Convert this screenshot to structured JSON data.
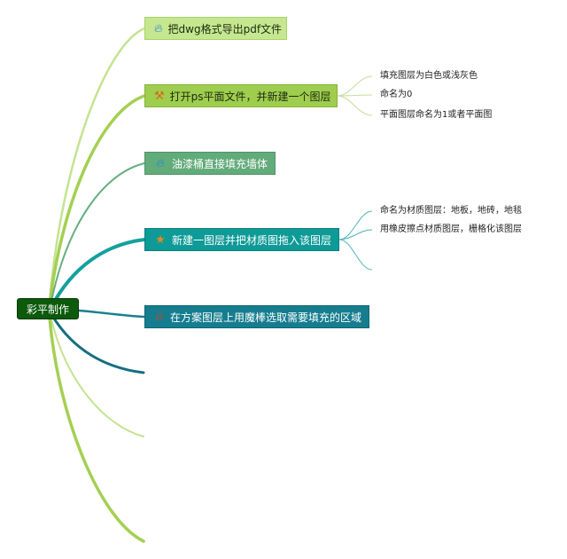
{
  "root": {
    "label": "彩平制作"
  },
  "branches": [
    {
      "label": "把dwg格式导出pdf文件",
      "icon": "flame-icon",
      "color": "#c6e78f",
      "line_color": "#c4e38f"
    },
    {
      "label": "打开ps平面文件，并新建一个图层",
      "icon": "tools-icon",
      "color": "#9fcd4e",
      "line_color": "#a4d052",
      "children": [
        "填充图层为白色或浅灰色",
        "命名为0",
        "平面图层命名为1或者平面图"
      ]
    },
    {
      "label": "油漆桶直接填充墙体",
      "icon": "flame-icon",
      "color": "#62ab7a",
      "line_color": "#66ae80"
    },
    {
      "label": "新建一图层并把材质图拖入该图层",
      "icon": "star-icon",
      "color": "#0e9a97",
      "line_color": "#14a09c",
      "children": [
        "命名为材质图层：地板，地砖，地毯",
        "用橡皮擦点材质图层，栅格化该图层",
        ""
      ]
    },
    {
      "label": "在方案图层上用魔棒选取需要填充的区域",
      "icon": "flame-icon",
      "color": "#167d8f",
      "line_color": "#1a7f90"
    }
  ],
  "extra_curve_colors": [
    "#166e80",
    "#c4e38f",
    "#a4d052"
  ]
}
